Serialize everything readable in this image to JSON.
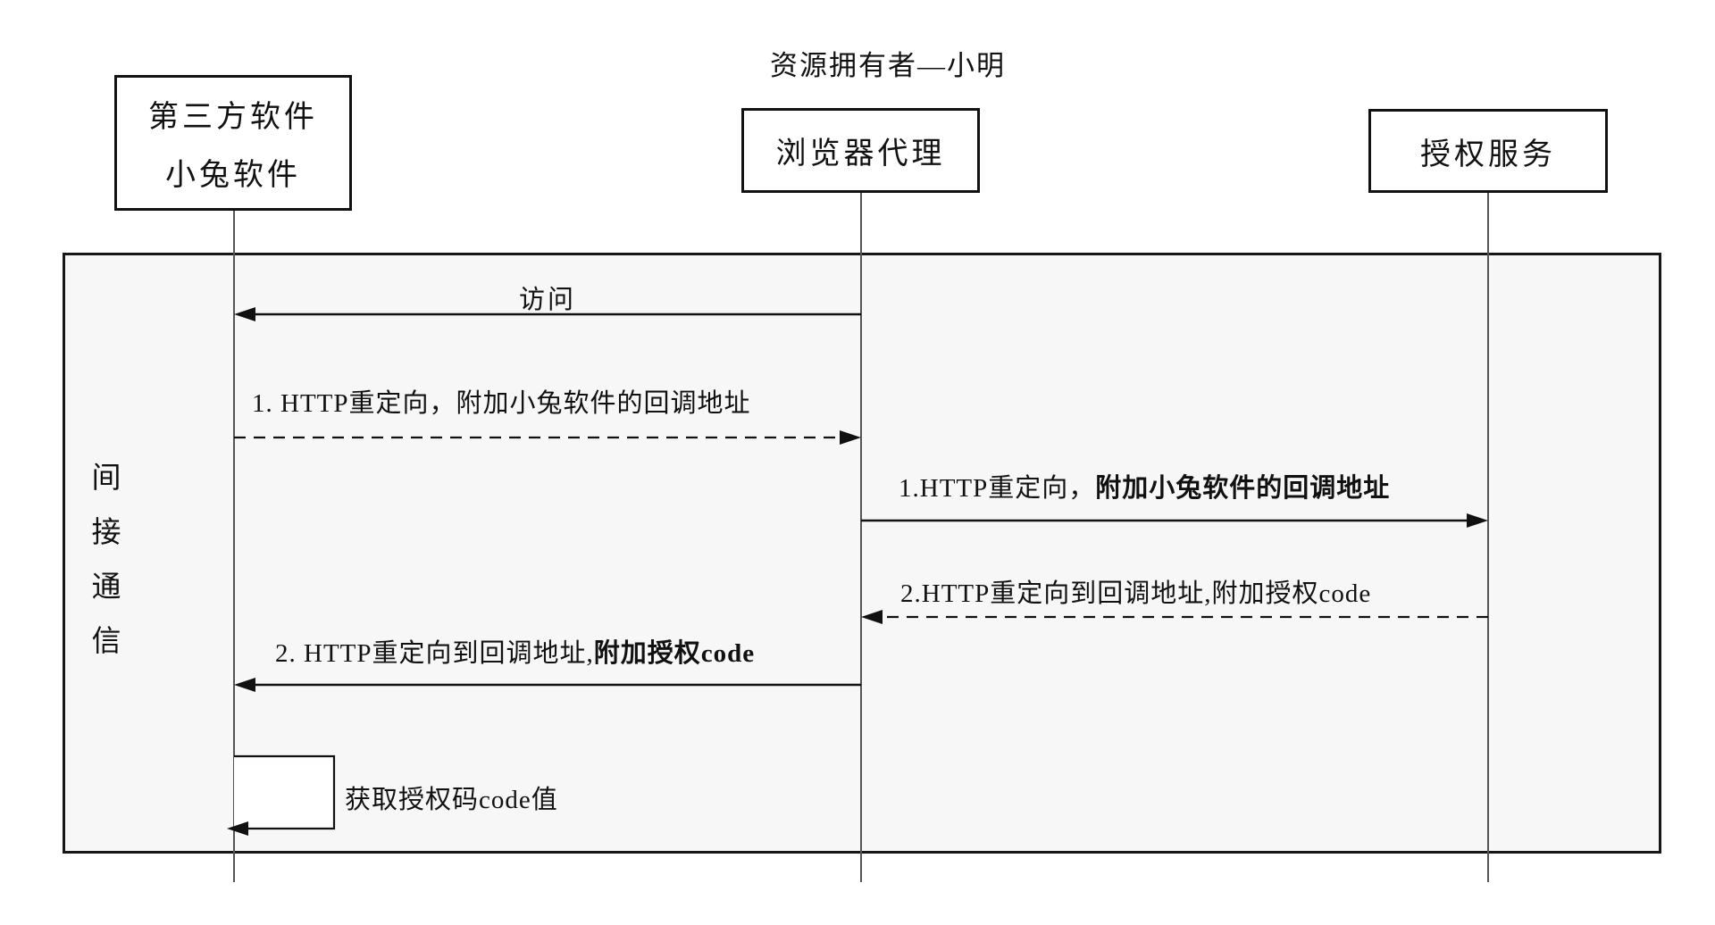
{
  "title": "资源拥有者—小明",
  "actors": {
    "third_party": {
      "line1": "第三方软件",
      "line2": "小兔软件"
    },
    "browser": {
      "label": "浏览器代理"
    },
    "auth": {
      "label": "授权服务"
    }
  },
  "frame": {
    "label": "间接通信",
    "chars": [
      "间",
      "接",
      "通",
      "信"
    ]
  },
  "messages": {
    "m1": {
      "label": "访问",
      "style": "solid",
      "direction": "left",
      "from": "browser",
      "to": "third_party"
    },
    "m2": {
      "label": "1. HTTP重定向，附加小兔软件的回调地址",
      "style": "dashed",
      "direction": "right",
      "from": "third_party",
      "to": "browser"
    },
    "m3": {
      "label_normal": "1.HTTP重定向，",
      "label_bold": "附加小兔软件的回调地址",
      "style": "solid",
      "direction": "right",
      "from": "browser",
      "to": "auth"
    },
    "m4": {
      "label": "2.HTTP重定向到回调地址,附加授权code",
      "style": "dashed",
      "direction": "left",
      "from": "auth",
      "to": "browser"
    },
    "m5": {
      "label_normal": "2. HTTP重定向到回调地址,",
      "label_bold": "附加授权code",
      "style": "solid",
      "direction": "left",
      "from": "browser",
      "to": "third_party"
    },
    "self_call": {
      "label": "获取授权码code值",
      "actor": "third_party"
    }
  },
  "colors": {
    "background": "#ffffff",
    "frame_bg": "#f7f7f7",
    "line": "#111111",
    "lifeline": "#555555"
  }
}
